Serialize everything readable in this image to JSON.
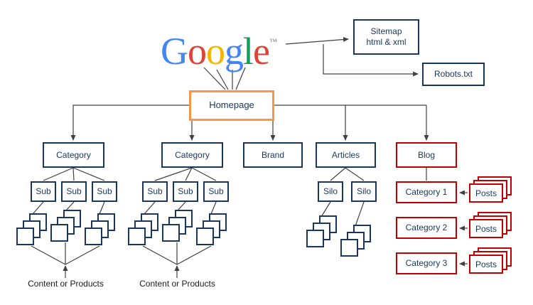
{
  "google": {
    "letters": [
      {
        "ch": "G",
        "color": "#4285F4"
      },
      {
        "ch": "o",
        "color": "#DB4437"
      },
      {
        "ch": "o",
        "color": "#F4B400"
      },
      {
        "ch": "g",
        "color": "#4285F4"
      },
      {
        "ch": "l",
        "color": "#0F9D58"
      },
      {
        "ch": "e",
        "color": "#DB4437"
      }
    ],
    "tm": "™"
  },
  "top": {
    "sitemap_line1": "Sitemap",
    "sitemap_line2": "html & xml",
    "robots": "Robots.txt",
    "homepage": "Homepage"
  },
  "level1": {
    "category_a": "Category",
    "category_b": "Category",
    "brand": "Brand",
    "articles": "Articles",
    "blog": "Blog"
  },
  "level2": {
    "sub": "Sub",
    "silo": "Silo"
  },
  "blog": {
    "categories": [
      "Category 1",
      "Category 2",
      "Category 3"
    ],
    "posts": "Posts"
  },
  "labels": {
    "content_or_products_1": "Content or Products",
    "content_or_products_2": "Content or Products"
  },
  "colors": {
    "node_blue": "#17375E",
    "homepage_orange": "#F79646",
    "blog_red": "#C00000",
    "connector": "#404040"
  }
}
